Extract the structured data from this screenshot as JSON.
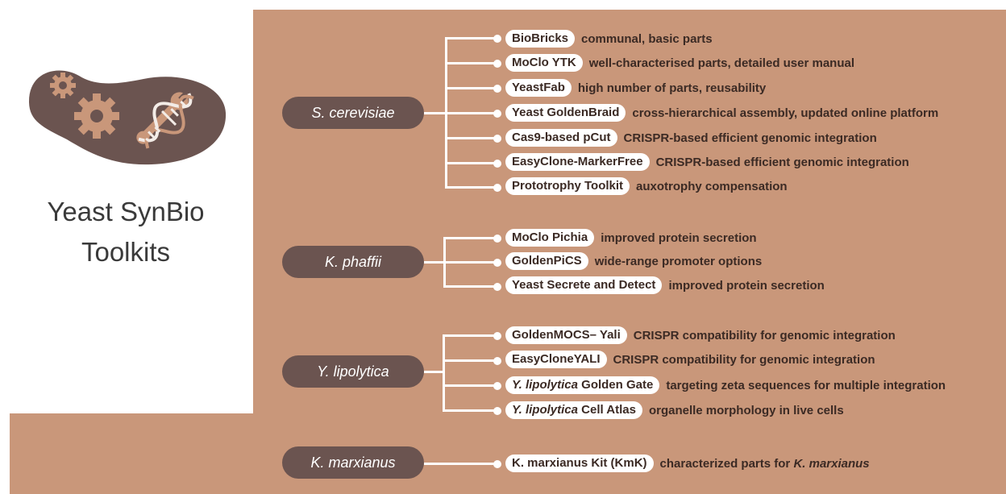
{
  "title_line1": "Yeast SynBio",
  "title_line2": "Toolkits",
  "colors": {
    "panel": "#c9977a",
    "species_pill": "#6b5450",
    "pill": "#ffffff",
    "text_dark": "#3b2a24",
    "logo_fill": "#6b5450",
    "logo_icons": "#c9977a"
  },
  "logo_icons": [
    "gear-icon",
    "gear-icon",
    "wrench-icon",
    "dna-icon"
  ],
  "groups": [
    {
      "species": "S. cerevisiae",
      "toolkits": [
        {
          "name": "BioBricks",
          "desc": "communal, basic parts"
        },
        {
          "name": "MoClo YTK",
          "desc": "well-characterised parts, detailed user manual"
        },
        {
          "name": "YeastFab",
          "desc": "high number of parts, reusability"
        },
        {
          "name": "Yeast GoldenBraid",
          "desc": "cross-hierarchical assembly, updated online platform"
        },
        {
          "name": "Cas9-based pCut",
          "desc": "CRISPR-based efficient genomic integration"
        },
        {
          "name": "EasyClone-MarkerFree",
          "desc": "CRISPR-based efficient genomic integration"
        },
        {
          "name": "Prototrophy Toolkit",
          "desc": "auxotrophy compensation"
        }
      ]
    },
    {
      "species": "K. phaffii",
      "toolkits": [
        {
          "name": "MoClo Pichia",
          "desc": "improved protein secretion"
        },
        {
          "name": "GoldenPiCS",
          "desc": "wide-range promoter options"
        },
        {
          "name": "Yeast Secrete and Detect",
          "desc": "improved protein secretion"
        }
      ]
    },
    {
      "species": "Y. lipolytica",
      "toolkits": [
        {
          "name": "GoldenMOCS– Yali",
          "desc": "CRISPR compatibility for genomic integration"
        },
        {
          "name": "EasyCloneYALI",
          "desc": "CRISPR compatibility for genomic integration"
        },
        {
          "name_italic": "Y. lipolytica",
          "name": " Golden Gate",
          "desc": "targeting zeta sequences for multiple integration"
        },
        {
          "name_italic": "Y. lipolytica",
          "name": " Cell Atlas",
          "desc": "organelle morphology in live cells"
        }
      ]
    },
    {
      "species": "K. marxianus",
      "toolkits": [
        {
          "name": "K. marxianus Kit (KmK)",
          "desc": "characterized parts for ",
          "desc_italic": "K. marxianus"
        }
      ]
    }
  ]
}
